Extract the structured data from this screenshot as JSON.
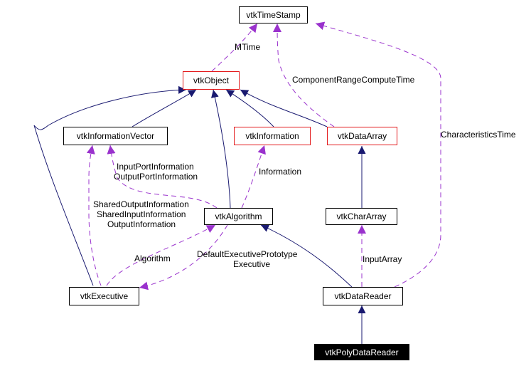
{
  "nodes": {
    "timestamp": "vtkTimeStamp",
    "object": "vtkObject",
    "info_vector": "vtkInformationVector",
    "information": "vtkInformation",
    "data_array": "vtkDataArray",
    "algorithm": "vtkAlgorithm",
    "char_array": "vtkCharArray",
    "executive": "vtkExecutive",
    "data_reader": "vtkDataReader",
    "poly_data_reader": "vtkPolyDataReader"
  },
  "edge_labels": {
    "mtime": "MTime",
    "component_range": "ComponentRangeComputeTime",
    "characteristics": "CharacteristicsTime",
    "port_info_1": "InputPortInformation",
    "port_info_2": "OutputPortInformation",
    "information": "Information",
    "shared_1": "SharedOutputInformation",
    "shared_2": "SharedInputInformation",
    "shared_3": "OutputInformation",
    "algorithm": "Algorithm",
    "default_exec_1": "DefaultExecutivePrototype",
    "default_exec_2": "Executive",
    "input_array": "InputArray"
  },
  "colors": {
    "inheritance": "#191970",
    "usage": "#9a32cd",
    "template_border": "#e31a1c",
    "focus_fill": "#000000"
  }
}
